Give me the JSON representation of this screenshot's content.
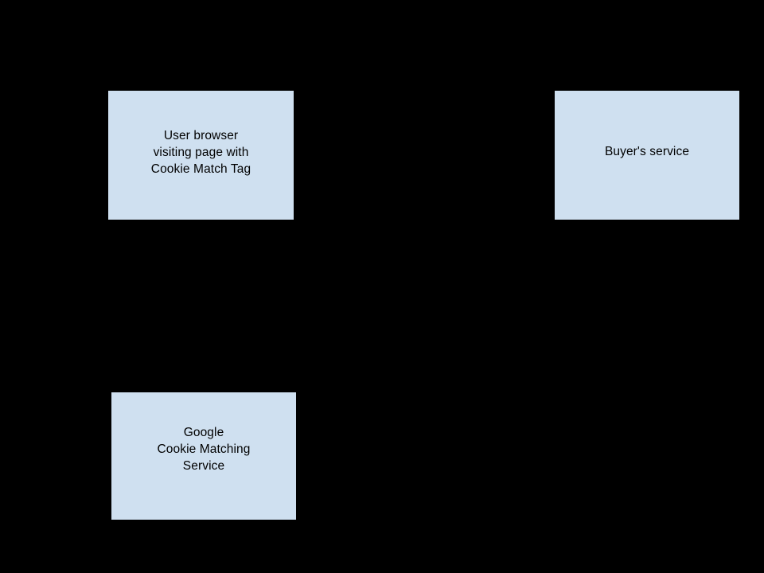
{
  "diagram": {
    "background_color": "#000000",
    "node_fill_color": "#cfe0f0",
    "node_text_color": "#000000",
    "nodes": [
      {
        "id": "user-browser",
        "lines": [
          "User browser",
          "visiting page with",
          "Cookie Match Tag"
        ]
      },
      {
        "id": "buyers-service",
        "lines": [
          "Buyer's service"
        ]
      },
      {
        "id": "google-cookie-matching",
        "lines": [
          "Google",
          "Cookie Matching",
          "Service"
        ]
      }
    ]
  }
}
